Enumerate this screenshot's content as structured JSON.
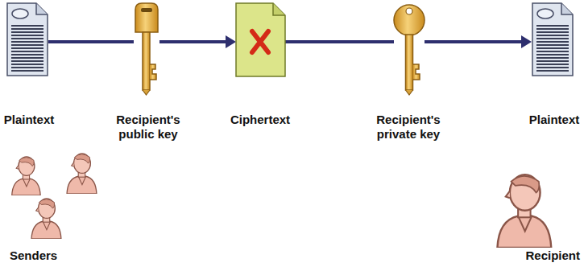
{
  "diagram": {
    "nodes": [
      {
        "text": [
          "Plaintext"
        ]
      },
      {
        "text": [
          "Recipient's public key"
        ]
      },
      {
        "text": [
          "Ciphertext"
        ]
      },
      {
        "text": [
          "Recipient's private key"
        ]
      },
      {
        "text": [
          "Plaintext"
        ]
      }
    ],
    "edges": [
      {
        "from": 0,
        "to": 1,
        "arrow": "none"
      },
      {
        "from": 1,
        "to": 2,
        "arrow": "to"
      },
      {
        "from": 2,
        "to": 3,
        "arrow": "none"
      },
      {
        "from": 3,
        "to": 4,
        "arrow": "to"
      }
    ],
    "labels": [
      "Senders",
      "Recipient"
    ]
  }
}
